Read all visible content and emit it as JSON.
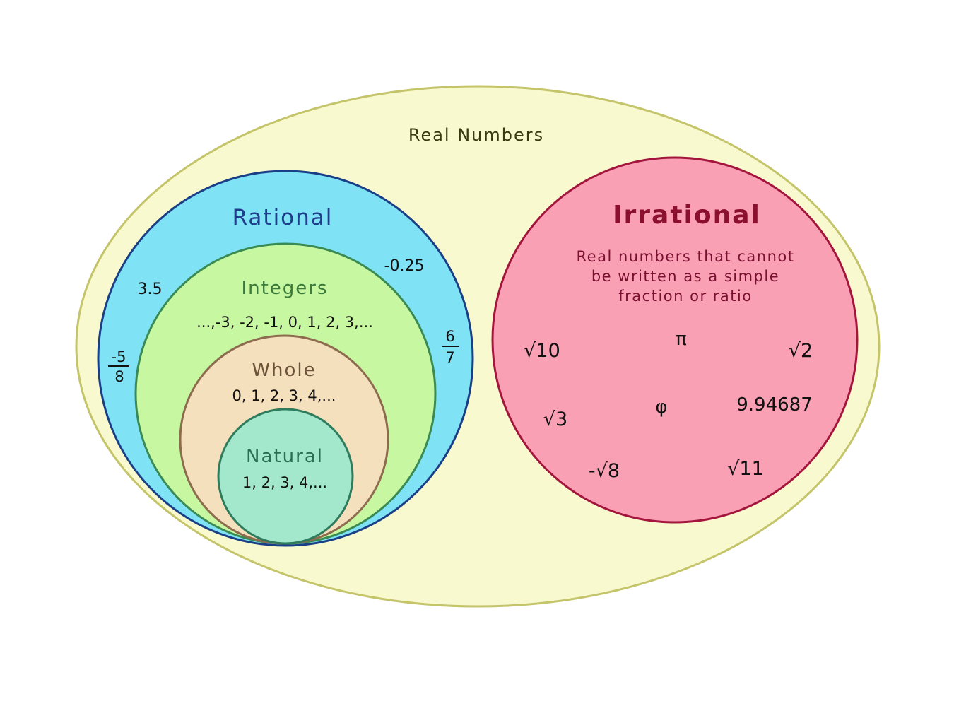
{
  "real": {
    "title": "Real Numbers",
    "fill": "#f9f9cf",
    "stroke": "#c4c46a",
    "text_color": "#3a3a12"
  },
  "rational": {
    "title": "Rational",
    "fill": "#7fe3f5",
    "stroke": "#1b3f86",
    "text_color": "#1f3d8c",
    "examples": {
      "decimal_a": "3.5",
      "decimal_b": "-0.25",
      "fraction_a": {
        "numerator": "-5",
        "denominator": "8"
      },
      "fraction_b": {
        "numerator": "6",
        "denominator": "7"
      }
    }
  },
  "integers": {
    "title": "Integers",
    "values": "...,-3, -2, -1, 0, 1, 2, 3,...",
    "fill": "#c8f7a2",
    "stroke": "#3a8a53",
    "text_color": "#3b7a3b"
  },
  "whole": {
    "title": "Whole",
    "values": "0, 1, 2, 3, 4,...",
    "fill": "#f4e0bd",
    "stroke": "#8d6b4e",
    "text_color": "#6d5339"
  },
  "natural": {
    "title": "Natural",
    "values": "1, 2, 3, 4,...",
    "fill": "#a3e8cc",
    "stroke": "#2e7c5d",
    "text_color": "#2b6e54"
  },
  "irrational": {
    "title": "Irrational",
    "description": [
      "Real numbers that cannot",
      "be written as a simple",
      "fraction or ratio"
    ],
    "fill": "#f9a0b4",
    "stroke": "#a3153d",
    "text_color": "#8b1030",
    "desc_color": "#7a1030",
    "examples": {
      "root10": "√10",
      "pi": "π",
      "root2": "√2",
      "root3": "√3",
      "phi": "φ",
      "decimal": "9.94687",
      "neg_root8": "-√8",
      "root11": "√11"
    }
  }
}
